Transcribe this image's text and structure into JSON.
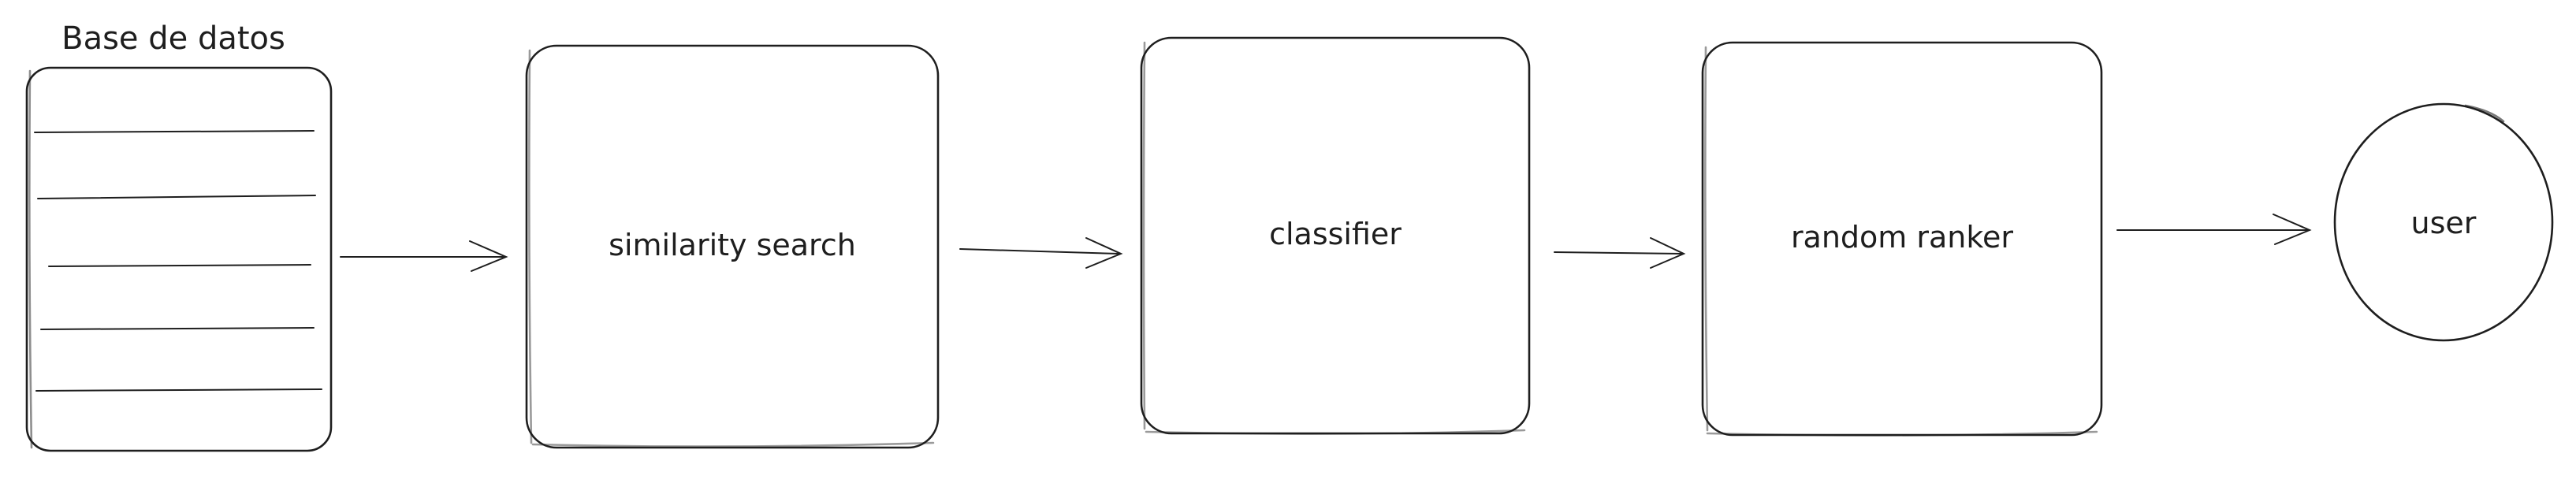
{
  "database": {
    "title": "Base de datos"
  },
  "nodes": [
    {
      "id": "similarity",
      "label": "similarity search"
    },
    {
      "id": "classifier",
      "label": "classifier"
    },
    {
      "id": "ranker",
      "label": "random ranker"
    },
    {
      "id": "user",
      "label": "user"
    }
  ],
  "colors": {
    "stroke": "#1e1e1e",
    "background": "#ffffff"
  }
}
